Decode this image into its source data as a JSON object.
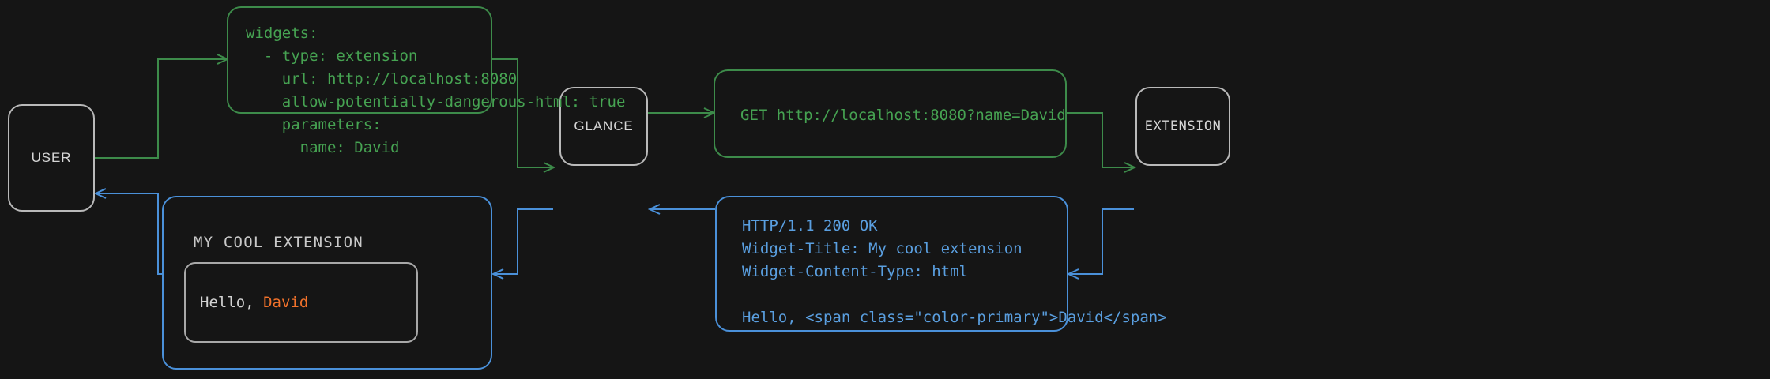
{
  "theme": {
    "background": "#151515",
    "node_border": "#b9b9b9",
    "request_green": "#3d8b4a",
    "request_green_text": "#46a352",
    "response_blue": "#4a90d9",
    "response_blue_text": "#5a9fe0",
    "accent_orange": "#f2722b",
    "neutral_text": "#d2d2d2"
  },
  "nodes": {
    "user": {
      "label": "USER"
    },
    "glance": {
      "label": "GLANCE"
    },
    "extension": {
      "label": "EXTENSION"
    }
  },
  "config_card": {
    "lines": "widgets:\n  - type: extension\n    url: http://localhost:8080\n    allow-potentially-dangerous-html: true\n    parameters:\n      name: David"
  },
  "request_card": {
    "lines": "GET http://localhost:8080?name=David"
  },
  "response_card": {
    "lines": "HTTP/1.1 200 OK\nWidget-Title: My cool extension\nWidget-Content-Type: html\n\nHello, <span class=\"color-primary\">David</span>"
  },
  "widget_card": {
    "title": "MY COOL EXTENSION",
    "body_prefix": "Hello, ",
    "body_name": "David"
  },
  "connectors": [
    {
      "name": "user-to-config",
      "color": "#3d8b4a",
      "direction": "right"
    },
    {
      "name": "config-to-glance",
      "color": "#3d8b4a",
      "direction": "right"
    },
    {
      "name": "glance-to-request",
      "color": "#3d8b4a",
      "direction": "right"
    },
    {
      "name": "request-to-extension",
      "color": "#3d8b4a",
      "direction": "right"
    },
    {
      "name": "extension-to-response",
      "color": "#4a90d9",
      "direction": "left"
    },
    {
      "name": "response-to-glance",
      "color": "#4a90d9",
      "direction": "left"
    },
    {
      "name": "glance-to-widget",
      "color": "#4a90d9",
      "direction": "left"
    },
    {
      "name": "widget-to-user",
      "color": "#4a90d9",
      "direction": "left"
    }
  ]
}
